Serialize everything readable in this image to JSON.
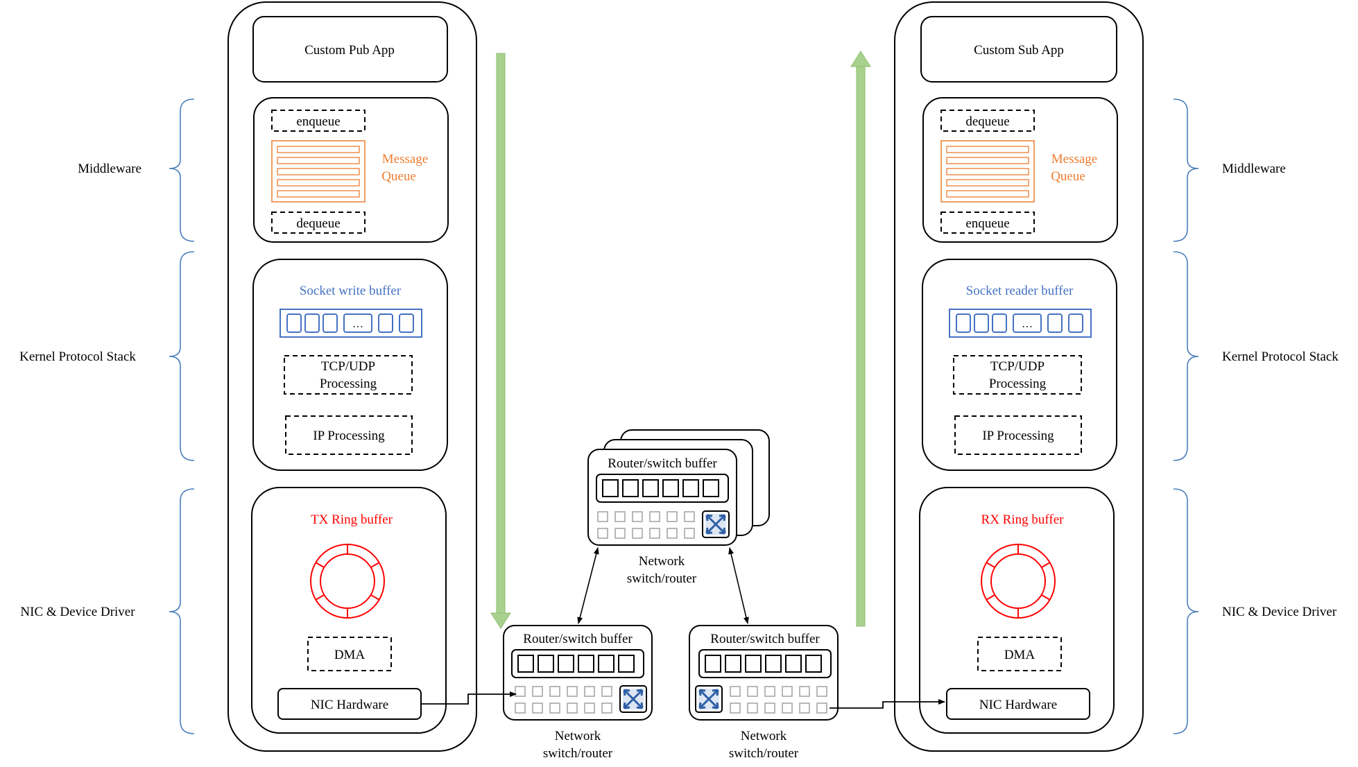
{
  "side_labels": {
    "left": [
      "Middleware",
      "Kernel Protocol Stack",
      "NIC & Device Driver"
    ],
    "right": [
      "Middleware",
      "Kernel Protocol Stack",
      "NIC & Device Driver"
    ]
  },
  "publisher": {
    "app": "Custom Pub App",
    "queue_top": "enqueue",
    "queue_label_1": "Message",
    "queue_label_2": "Queue",
    "queue_bottom": "dequeue",
    "socket_buffer": "Socket write buffer",
    "ellipsis": "…",
    "tcp_1": "TCP/UDP",
    "tcp_2": "Processing",
    "ip": "IP Processing",
    "ring": "TX Ring buffer",
    "dma": "DMA",
    "nic": "NIC Hardware"
  },
  "subscriber": {
    "app": "Custom Sub App",
    "queue_top": "dequeue",
    "queue_label_1": "Message",
    "queue_label_2": "Queue",
    "queue_bottom": "enqueue",
    "socket_buffer": "Socket reader buffer",
    "ellipsis": "…",
    "tcp_1": "TCP/UDP",
    "tcp_2": "Processing",
    "ip": "IP Processing",
    "ring": "RX Ring buffer",
    "dma": "DMA",
    "nic": "NIC Hardware"
  },
  "switches": {
    "buffer_label": "Router/switch buffer",
    "caption_1": "Network",
    "caption_2": "switch/router"
  },
  "colors": {
    "bracket": "#4a7ebb",
    "queue": "#ed7d31",
    "socket": "#4472c4",
    "ring": "#ff0000",
    "arrow_green": "#a9d18e",
    "switch_icon": "#2e5fa6",
    "port": "#a6a6a6"
  }
}
